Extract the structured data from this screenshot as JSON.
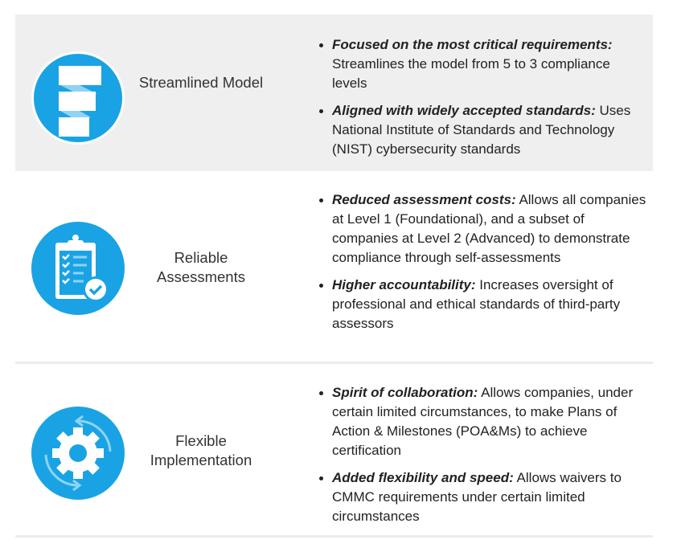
{
  "colors": {
    "icon_blue": "#1aa3e4",
    "row_gray": "#efefef"
  },
  "rows": [
    {
      "icon": "stacked-blocks-icon",
      "label": "Streamlined Model",
      "bullets": [
        {
          "bold": "Focused on the most critical requirements:",
          "text": " Streamlines the model from 5 to 3 compliance levels"
        },
        {
          "bold": "Aligned with widely accepted standards:",
          "text": " Uses National Institute of Standards and Technology (NIST) cybersecurity standards"
        }
      ]
    },
    {
      "icon": "clipboard-check-icon",
      "label": "Reliable Assessments",
      "bullets": [
        {
          "bold": "Reduced assessment costs:",
          "text": " Allows all companies at Level 1 (Foundational), and a subset of companies at Level 2 (Advanced) to demonstrate compliance through self-assessments"
        },
        {
          "bold": "Higher accountability:",
          "text": " Increases oversight of professional and ethical standards of third-party assessors"
        }
      ]
    },
    {
      "icon": "gear-cycle-icon",
      "label": "Flexible Implementation",
      "bullets": [
        {
          "bold": "Spirit of collaboration:",
          "text": " Allows companies, under certain limited circumstances, to make Plans of Action & Milestones (POA&Ms) to achieve certification"
        },
        {
          "bold": "Added flexibility and speed:",
          "text": " Allows waivers to CMMC requirements under certain limited circumstances"
        }
      ]
    }
  ]
}
